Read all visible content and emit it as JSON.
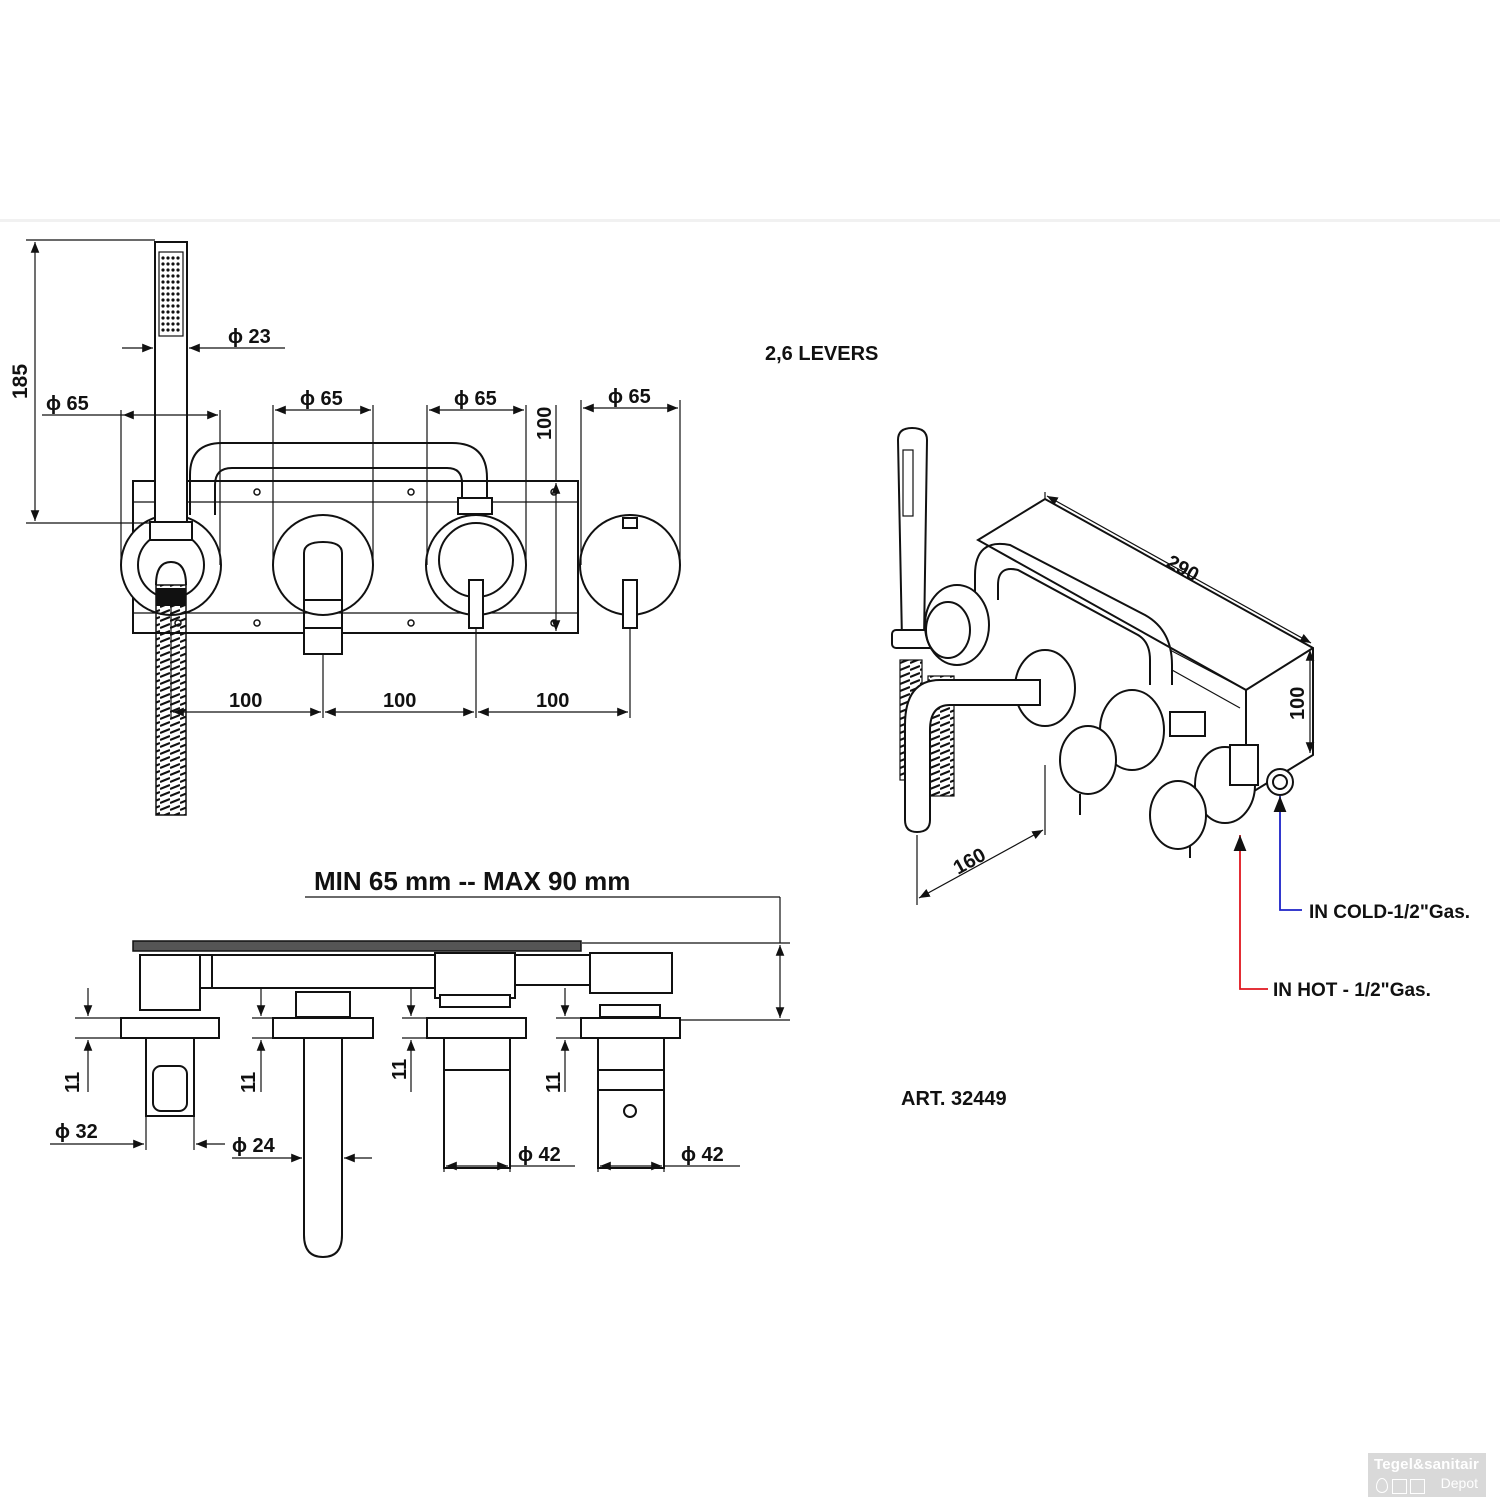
{
  "front_view": {
    "dim_height_total": "185",
    "dim_handshower_dia": "ϕ 23",
    "dim_escutcheon_1": "ϕ 65",
    "dim_escutcheon_2": "ϕ 65",
    "dim_escutcheon_3": "ϕ 65",
    "dim_escutcheon_4": "ϕ 65",
    "dim_plate_height": "100",
    "dim_spacing_1": "100",
    "dim_spacing_2": "100",
    "dim_spacing_3": "100"
  },
  "iso_view": {
    "title": "2,6 LEVERS",
    "title_color": "#e0161e",
    "dim_length": "290",
    "dim_height": "100",
    "dim_spout": "160",
    "label_cold": "IN COLD-1/2\"Gas.",
    "label_cold_color": "#1c22c8",
    "label_hot": "IN HOT - 1/2\"Gas.",
    "label_hot_color": "#e0161e"
  },
  "side_view": {
    "title": "MIN 65 mm -- MAX 90 mm",
    "dim_depth_1": "11",
    "dim_depth_2": "11",
    "dim_depth_3": "11",
    "dim_depth_4": "11",
    "dim_holder_dia": "ϕ 32",
    "dim_spout_dia": "ϕ 24",
    "dim_handle_dia_1": "ϕ 42",
    "dim_handle_dia_2": "ϕ 42"
  },
  "article": "ART. 32449",
  "watermark": {
    "brand_top": "Tegel&sanitair",
    "brand_bottom": "Depot"
  }
}
